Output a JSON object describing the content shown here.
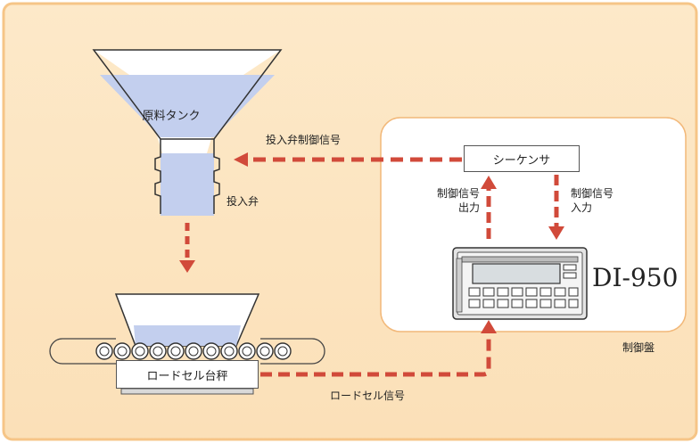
{
  "labels": {
    "tank": "原料タンク",
    "valve": "投入弁",
    "valve_signal": "投入弁制御信号",
    "sequencer": "シーケンサ",
    "signal_out": [
      "制御信号",
      "出力"
    ],
    "signal_in": [
      "制御信号",
      "入力"
    ],
    "indicator_model": "DI-950",
    "scale": "ロードセル台秤",
    "loadcell_signal": "ロードセル信号",
    "panel": "制御盤"
  },
  "colors": {
    "background": "#fce6c2",
    "border": "#f7c98a",
    "liquid": "#c3cfee",
    "arrow": "#d14a3a",
    "panel_fill": "#ffffff"
  }
}
